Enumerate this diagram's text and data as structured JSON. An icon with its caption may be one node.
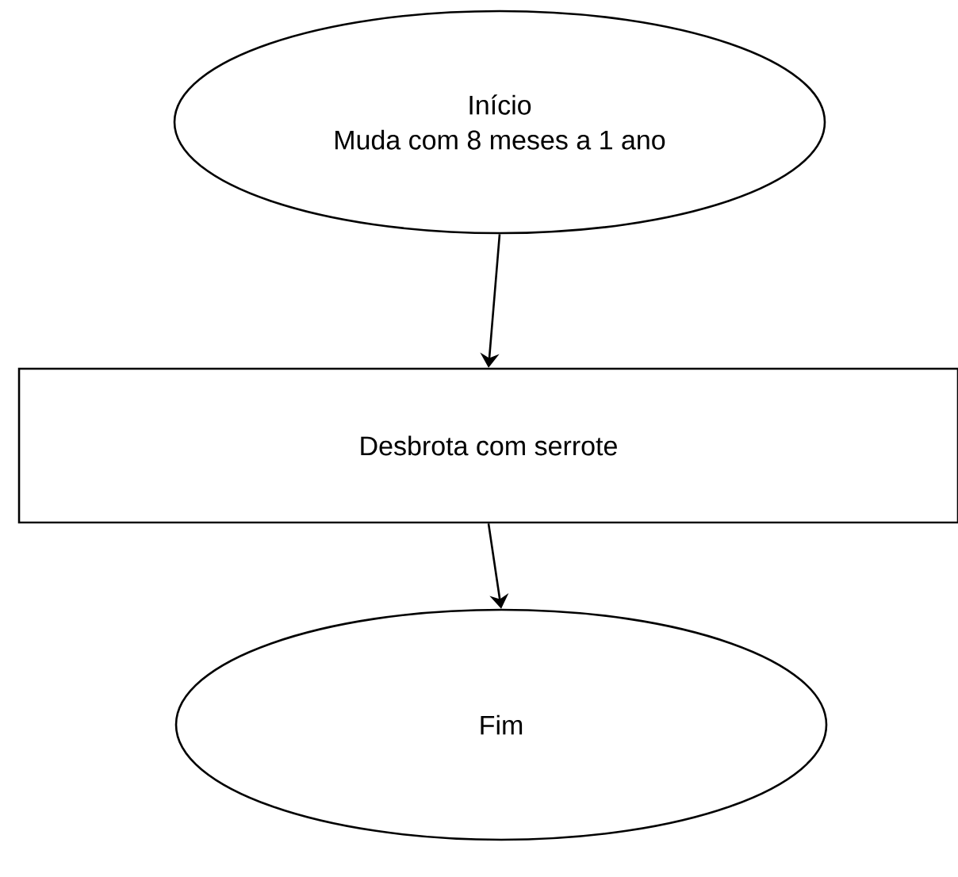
{
  "diagram": {
    "nodes": [
      {
        "text": [
          "Início",
          "Muda com 8 meses a 1 ano"
        ]
      },
      {
        "text": [
          "Desbrota com serrote"
        ]
      },
      {
        "text": [
          "Fim"
        ]
      }
    ],
    "edges": [
      {
        "from": 0,
        "to": 1,
        "arrow": "to"
      },
      {
        "from": 1,
        "to": 2,
        "arrow": "to"
      }
    ]
  }
}
